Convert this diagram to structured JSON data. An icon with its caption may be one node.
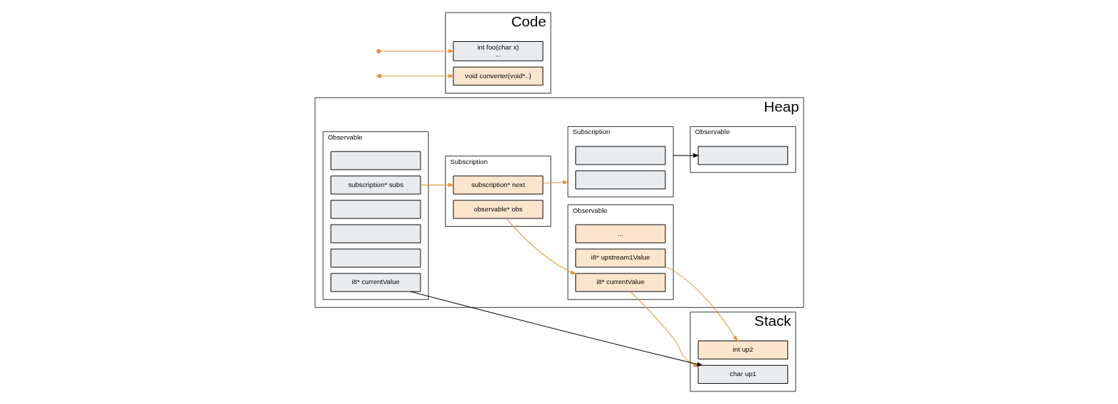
{
  "diagram": {
    "nodes": [
      {
        "text": [
          "Heap"
        ]
      },
      {
        "text": [
          "Observable"
        ],
        "in": 0
      },
      {
        "text": [
          "i8* currentValue"
        ],
        "in": 1
      },
      {
        "text": [],
        "shape": "box",
        "in": 1
      },
      {
        "text": [],
        "shape": "box",
        "in": 1
      },
      {
        "text": [],
        "shape": "box",
        "in": 1
      },
      {
        "text": [
          "subscription* subs"
        ],
        "in": 1
      },
      {
        "text": [],
        "shape": "box",
        "in": 1
      },
      {
        "text": [
          "Subscription"
        ],
        "in": 0
      },
      {
        "text": [
          "subscription* next"
        ],
        "in": 8
      },
      {
        "text": [
          "observable* obs"
        ],
        "in": 8
      },
      {
        "text": [
          "Subscription"
        ],
        "in": 0
      },
      {
        "text": [],
        "shape": "box",
        "in": 11
      },
      {
        "text": [],
        "shape": "box",
        "in": 11
      },
      {
        "text": [
          "Observable"
        ],
        "in": 0
      },
      {
        "text": [
          "i8* currentValue"
        ],
        "in": 14
      },
      {
        "text": [
          "i8* upstream1Value"
        ],
        "in": 14
      },
      {
        "text": [
          "..."
        ],
        "in": 14
      },
      {
        "text": [
          "Observable"
        ],
        "in": 0
      },
      {
        "text": [],
        "shape": "box",
        "in": 18
      },
      {
        "text": [
          "Stack"
        ]
      },
      {
        "text": [
          "char up1"
        ],
        "in": 20
      },
      {
        "text": [
          "int up2"
        ],
        "in": 20
      },
      {
        "text": [
          "Code"
        ]
      },
      {
        "text": [
          "int foo(char x)",
          "..."
        ],
        "in": 23
      },
      {
        "text": [
          "void converter(void*..)"
        ],
        "in": 23
      }
    ],
    "edges": [
      {
        "from": 2,
        "to": 21,
        "arrow": "to",
        "color": "#000000"
      },
      {
        "from": 6,
        "to": 9,
        "arrow": "to"
      },
      {
        "from": 9,
        "to": 11,
        "arrow": "to"
      },
      {
        "from": 10,
        "to": 15,
        "arrow": "to"
      },
      {
        "from": 15,
        "to": 21,
        "arrow": "to"
      },
      {
        "from": 16,
        "to": 22,
        "arrow": "to"
      },
      {
        "from": 11,
        "to": 19,
        "arrow": "to",
        "color": "#000000"
      },
      {
        "from": null,
        "to": 24,
        "arrow": "to"
      },
      {
        "from": null,
        "to": 25,
        "arrow": "to"
      }
    ]
  }
}
